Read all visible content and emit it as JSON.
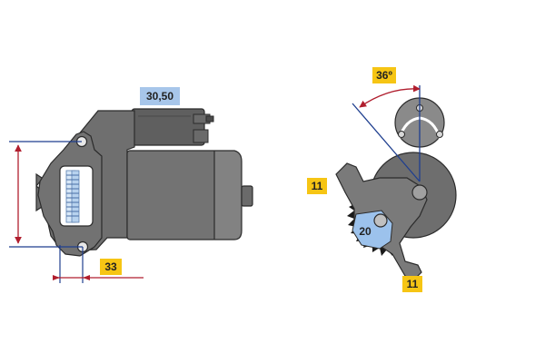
{
  "labels": {
    "dim_30_50": "30,50",
    "dim_33": "33",
    "dim_36deg": "36º",
    "dim_11_left": "11",
    "dim_11_bottom": "11",
    "dim_20": "20"
  },
  "colors": {
    "body_dark": "#5c5c5c",
    "body_mid": "#6e6e6e",
    "body_light": "#8c8c8c",
    "outline": "#2b2b2b",
    "dim_line_blue": "#1f3f8f",
    "dim_line_red": "#b01e2e",
    "label_yellow": "#f6c514",
    "label_blue": "#a7c6ea",
    "gear_blue": "#9cc2ec",
    "teeth_light": "#cfe3f7"
  }
}
